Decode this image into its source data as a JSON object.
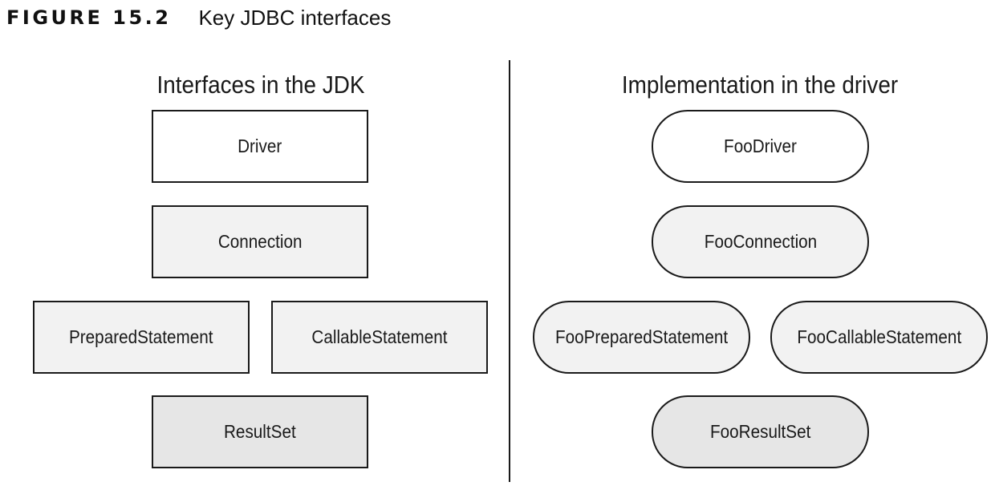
{
  "figure": {
    "label": "FIGURE 15.2",
    "title": "Key JDBC interfaces"
  },
  "left_column": {
    "heading": "Interfaces in the JDK",
    "nodes": {
      "driver": "Driver",
      "connection": "Connection",
      "prepared_statement": "PreparedStatement",
      "callable_statement": "CallableStatement",
      "result_set": "ResultSet"
    }
  },
  "right_column": {
    "heading": "Implementation in the driver",
    "nodes": {
      "driver": "FooDriver",
      "connection": "FooConnection",
      "prepared_statement": "FooPreparedStatement",
      "callable_statement": "FooCallableStatement",
      "result_set": "FooResultSet"
    }
  },
  "colors": {
    "driver_fill": "#ffffff",
    "connection_fill": "#f2f2f2",
    "statement_fill": "#f2f2f2",
    "resultset_fill": "#e6e6e6",
    "border": "#1a1a1a"
  }
}
